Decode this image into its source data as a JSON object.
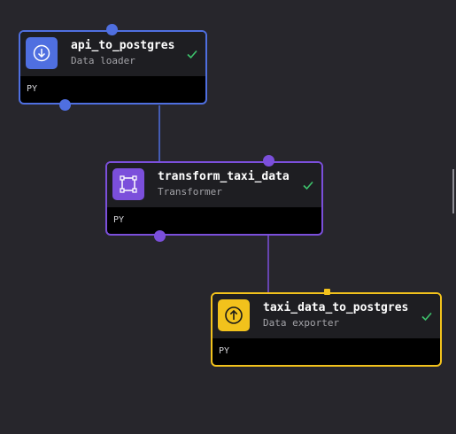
{
  "canvas": {
    "background": "#27262c"
  },
  "blocks": [
    {
      "name": "api_to_postgres",
      "type": "Data loader",
      "language": "PY",
      "status": "success",
      "icon": "download-circle-icon",
      "color": "#4f6fe0"
    },
    {
      "name": "transform_taxi_data",
      "type": "Transformer",
      "language": "PY",
      "status": "success",
      "icon": "frame-corners-icon",
      "color": "#7b4fdb"
    },
    {
      "name": "taxi_data_to_postgres",
      "type": "Data exporter",
      "language": "PY",
      "status": "success",
      "icon": "upload-circle-icon",
      "color": "#f2c21c"
    }
  ],
  "colors": {
    "check": "#3ec46d",
    "node_header": "#1e1e22",
    "node_footer": "#000000"
  }
}
